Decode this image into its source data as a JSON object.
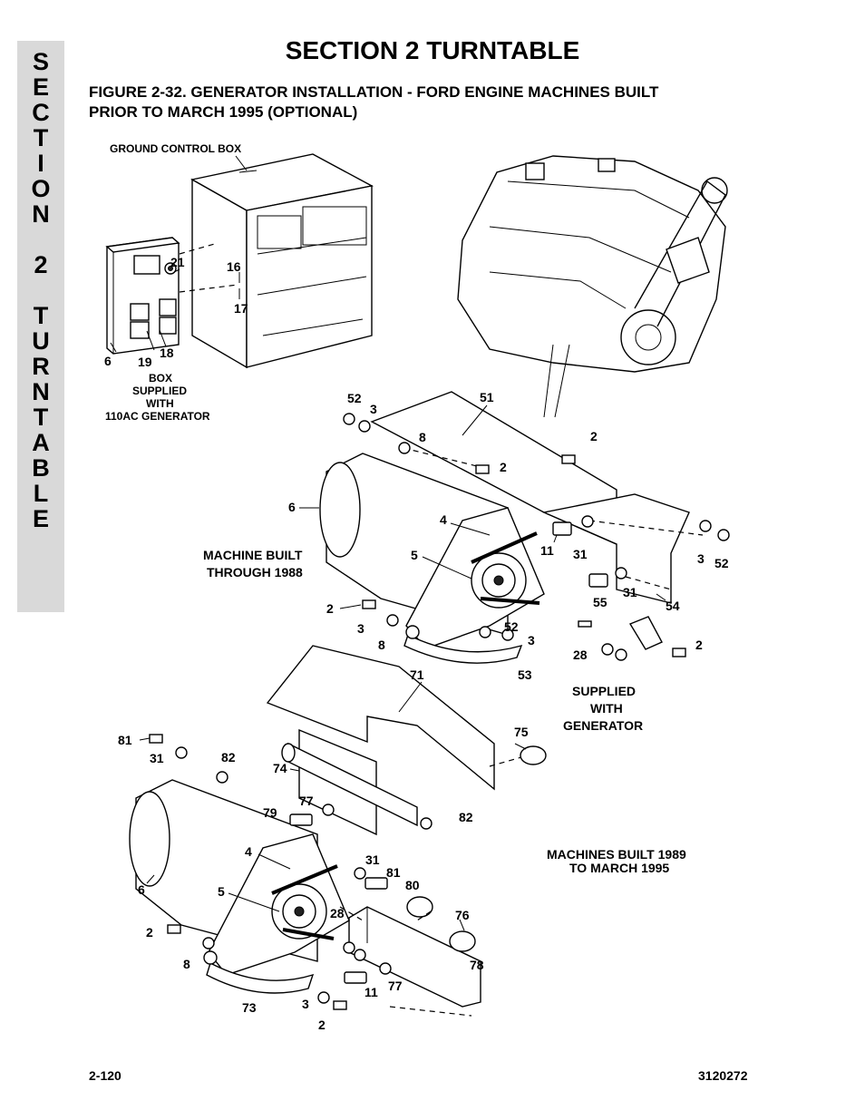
{
  "sidebar": {
    "letters": [
      "S",
      "E",
      "C",
      "T",
      "I",
      "O",
      "N",
      "2",
      "T",
      "U",
      "R",
      "N",
      "T",
      "A",
      "B",
      "L",
      "E"
    ]
  },
  "header": {
    "section_title": "SECTION 2  TURNTABLE"
  },
  "figure": {
    "title_line1": "FIGURE 2-32.  GENERATOR INSTALLATION - FORD ENGINE MACHINES BUILT",
    "title_line2": "PRIOR TO MARCH 1995 (OPTIONAL)"
  },
  "captions": {
    "ground_control_box": "GROUND CONTROL BOX",
    "box_supplied_1": "BOX",
    "box_supplied_2": "SUPPLIED",
    "box_supplied_3": "WITH",
    "box_supplied_4": "110AC GENERATOR",
    "machine_1988_1": "MACHINE BUILT",
    "machine_1988_2": "THROUGH 1988",
    "supplied_gen_1": "SUPPLIED",
    "supplied_gen_2": "WITH",
    "supplied_gen_3": "GENERATOR",
    "machines_1989_1": "MACHINES BUILT 1989",
    "machines_1989_2": "TO MARCH 1995"
  },
  "callouts": {
    "c21": "21",
    "c16": "16",
    "c17": "17",
    "c6a": "6",
    "c19": "19",
    "c18": "18",
    "c52a": "52",
    "c3a": "3",
    "c51": "51",
    "c8a": "8",
    "c2a": "2",
    "c2b": "2",
    "c6b": "6",
    "c4a": "4",
    "c5a": "5",
    "c11a": "11",
    "c31a": "31",
    "c3b": "3",
    "c52b": "52",
    "c55": "55",
    "c31b": "31",
    "c54": "54",
    "c2c": "2",
    "c3c": "3",
    "c8b": "8",
    "c52c": "52",
    "c3d": "3",
    "c53": "53",
    "c28a": "28",
    "c2d": "2",
    "c71": "71",
    "c81a": "81",
    "c31c": "31",
    "c82a": "82",
    "c75": "75",
    "c74": "74",
    "c77a": "77",
    "c79": "79",
    "c82b": "82",
    "c4b": "4",
    "c31d": "31",
    "c81b": "81",
    "c6c": "6",
    "c5b": "5",
    "c80": "80",
    "c28b": "28",
    "c76": "76",
    "c2e": "2",
    "c8c": "8",
    "c78": "78",
    "c11b": "11",
    "c77b": "77",
    "c73": "73",
    "c3e": "3",
    "c2f": "2"
  },
  "footer": {
    "page_number": "2-120",
    "doc_number": "3120272"
  }
}
